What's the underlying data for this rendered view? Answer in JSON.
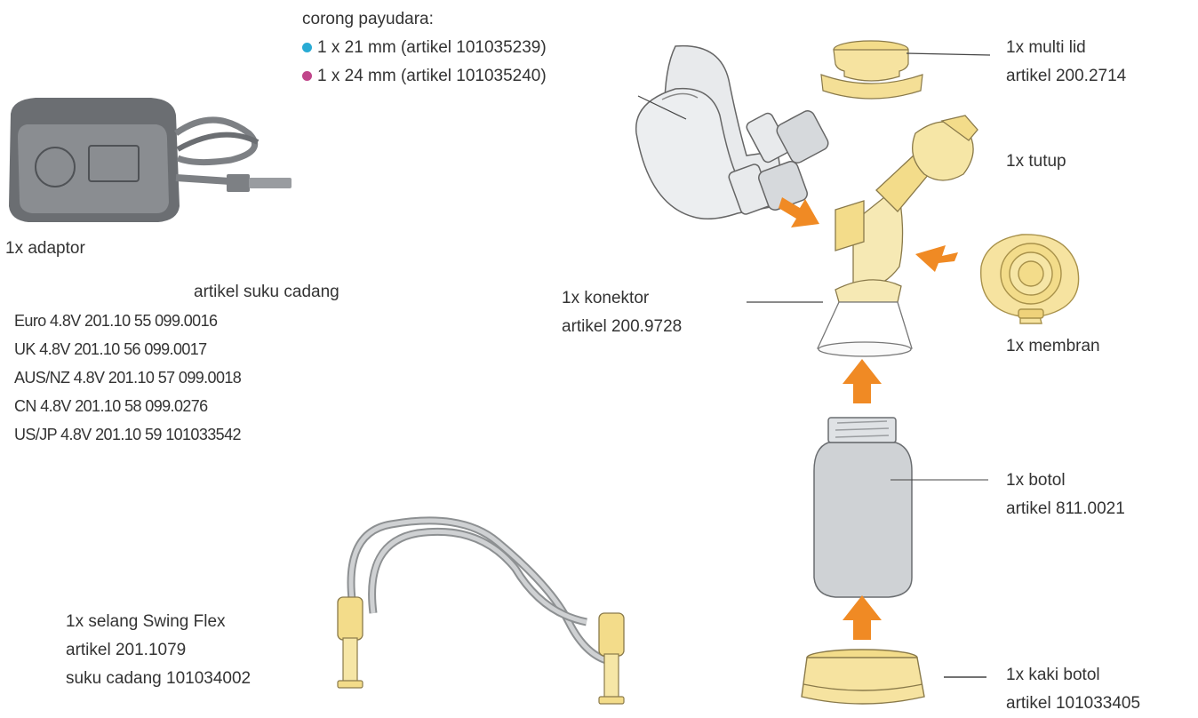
{
  "colors": {
    "accent_arrow": "#f08a24",
    "part_yellow": "#fbeaa8",
    "dot_21mm": "#29abd4",
    "dot_24mm": "#c0458a"
  },
  "breast_shield": {
    "heading": "corong payudara:",
    "options": [
      {
        "text": "1 x 21 mm (artikel 101035239)",
        "dot_color": "#29abd4"
      },
      {
        "text": "1 x 24 mm (artikel 101035240)",
        "dot_color": "#c0458a"
      }
    ]
  },
  "multi_lid": {
    "line1": "1x multi lid",
    "line2": "artikel 200.2714"
  },
  "cap": {
    "line1": "1x tutup"
  },
  "adapter": {
    "line1": "1x adaptor"
  },
  "spare_parts": {
    "heading": "artikel suku cadang",
    "rows": [
      "Euro 4.8V  201.10 55 099.0016",
      "UK 4.8V 201.10 56 099.0017",
      "AUS/NZ 4.8V 201.10 57 099.0018",
      "CN 4.8V 201.10 58 099.0276",
      "US/JP 4.8V  201.10 59 101033542"
    ]
  },
  "connector": {
    "line1": "1x konektor",
    "line2": "artikel 200.9728"
  },
  "membrane": {
    "line1": "1x membran"
  },
  "bottle": {
    "line1": "1x botol",
    "line2": "artikel 811.0021"
  },
  "tubing": {
    "line1": "1x selang Swing Flex",
    "line2": "artikel 201.1079",
    "line3": "suku cadang 101034002"
  },
  "bottle_stand": {
    "line1": "1x kaki botol",
    "line2": "artikel 101033405"
  }
}
